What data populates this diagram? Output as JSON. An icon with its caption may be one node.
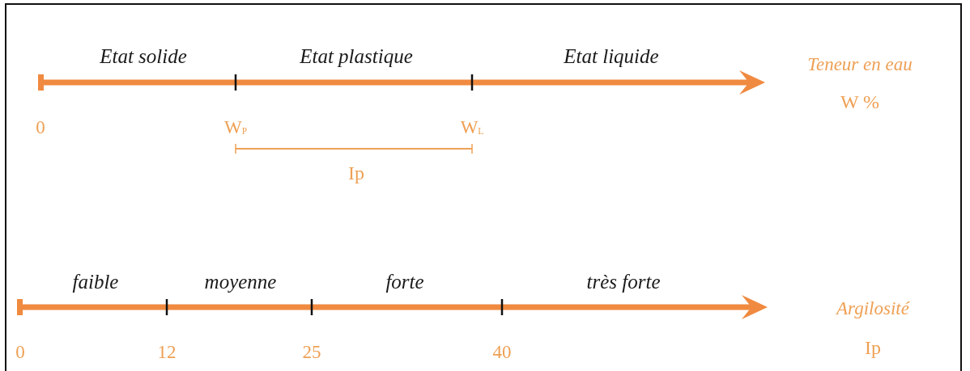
{
  "diagram": {
    "labels": [
      "Etat solide",
      "Etat plastique",
      "Etat liquide",
      "Teneur en eau",
      "W %",
      "0",
      "W$_{P}$",
      "W$_{L}$",
      "Ip",
      "faible",
      "moyenne",
      "forte",
      "très forte",
      "Argilosité",
      "0",
      "12",
      "25",
      "40",
      "Ip"
    ]
  }
}
